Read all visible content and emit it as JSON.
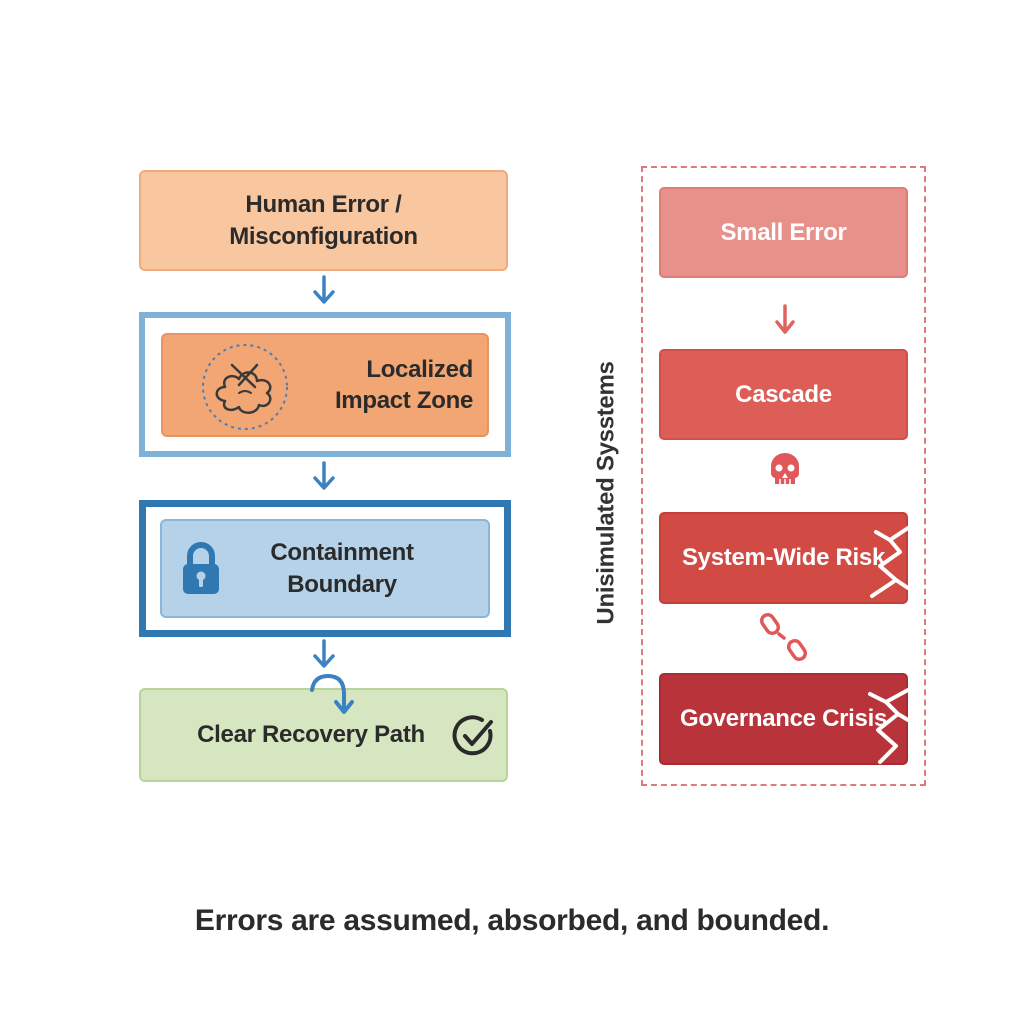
{
  "left_flow": {
    "step1": {
      "label_line1": "Human Error /",
      "label_line2": "Misconfiguration"
    },
    "step2": {
      "label_line1": "Localized",
      "label_line2": "Impact Zone"
    },
    "step3": {
      "label_line1": "Containment",
      "label_line2": "Boundary"
    },
    "step4": {
      "label": "Clear Recovery Path"
    }
  },
  "right_flow": {
    "title": "Unisimulated Sysstems",
    "step1": {
      "label": "Small Error"
    },
    "step2": {
      "label": "Cascade"
    },
    "step3": {
      "label": "System-Wide Risk"
    },
    "step4": {
      "label": "Governance Crisis"
    }
  },
  "caption": "Errors are assumed, absorbed, and bounded.",
  "colors": {
    "orange_light": "#f8c7a0",
    "orange": "#f2a673",
    "blue_light": "#7fb0d6",
    "blue_dark": "#2f78b2",
    "green": "#d6e6c0",
    "red_light": "#e8908a",
    "red": "#dd5e57",
    "red_mid": "#d24a44",
    "red_dark": "#b8343a"
  }
}
